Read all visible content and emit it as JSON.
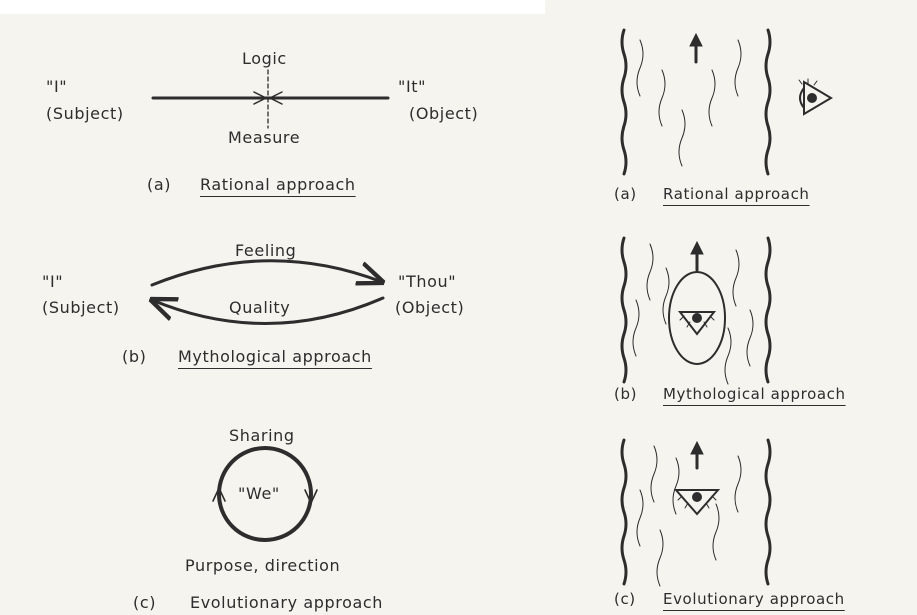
{
  "left": {
    "a": {
      "logic": "Logic",
      "measure": "Measure",
      "subject_i": "\"I\"",
      "subject_label": "(Subject)",
      "object_it": "\"It\"",
      "object_label": "(Object)",
      "caption_letter": "(a)",
      "caption_text": "Rational approach"
    },
    "b": {
      "feeling": "Feeling",
      "quality": "Quality",
      "subject_i": "\"I\"",
      "subject_label": "(Subject)",
      "object_thou": "\"Thou\"",
      "object_label": "(Object)",
      "caption_letter": "(b)",
      "caption_text": "Mythological approach"
    },
    "c": {
      "sharing": "Sharing",
      "we": "\"We\"",
      "purpose": "Purpose, direction",
      "caption_letter": "(c)",
      "caption_text": "Evolutionary approach"
    }
  },
  "right": {
    "a": {
      "caption_letter": "(a)",
      "caption_text": "Rational approach"
    },
    "b": {
      "caption_letter": "(b)",
      "caption_text": "Mythological approach"
    },
    "c": {
      "caption_letter": "(c)",
      "caption_text": "Evolutionary approach"
    }
  },
  "colors": {
    "ink": "#2d2d2d",
    "paper": "#f6f4ef"
  }
}
